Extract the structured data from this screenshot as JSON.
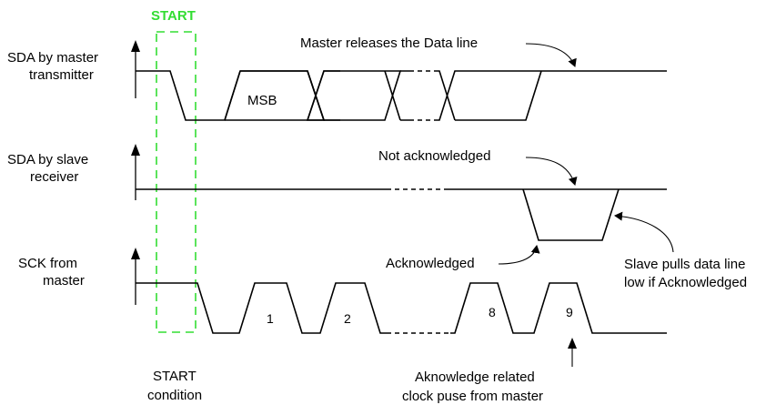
{
  "start": {
    "title": "START",
    "caption_line1": "START",
    "caption_line2": "condition"
  },
  "sda_master": {
    "label_line1": "SDA by master",
    "label_line2": "transmitter",
    "msb": "MSB",
    "note": "Master releases the Data line"
  },
  "sda_slave": {
    "label_line1": "SDA by slave",
    "label_line2": "receiver",
    "not_ack": "Not acknowledged",
    "ack": "Acknowledged",
    "pull_line1": "Slave pulls data line",
    "pull_line2": "low if Acknowledged"
  },
  "sck": {
    "label_line1": "SCK from",
    "label_line2": "master",
    "pulses": [
      "1",
      "2",
      "8",
      "9"
    ],
    "ack_line1": "Aknowledge related",
    "ack_line2": "clock puse from master"
  },
  "colors": {
    "start_highlight": "#33dd33",
    "line": "#000000"
  }
}
